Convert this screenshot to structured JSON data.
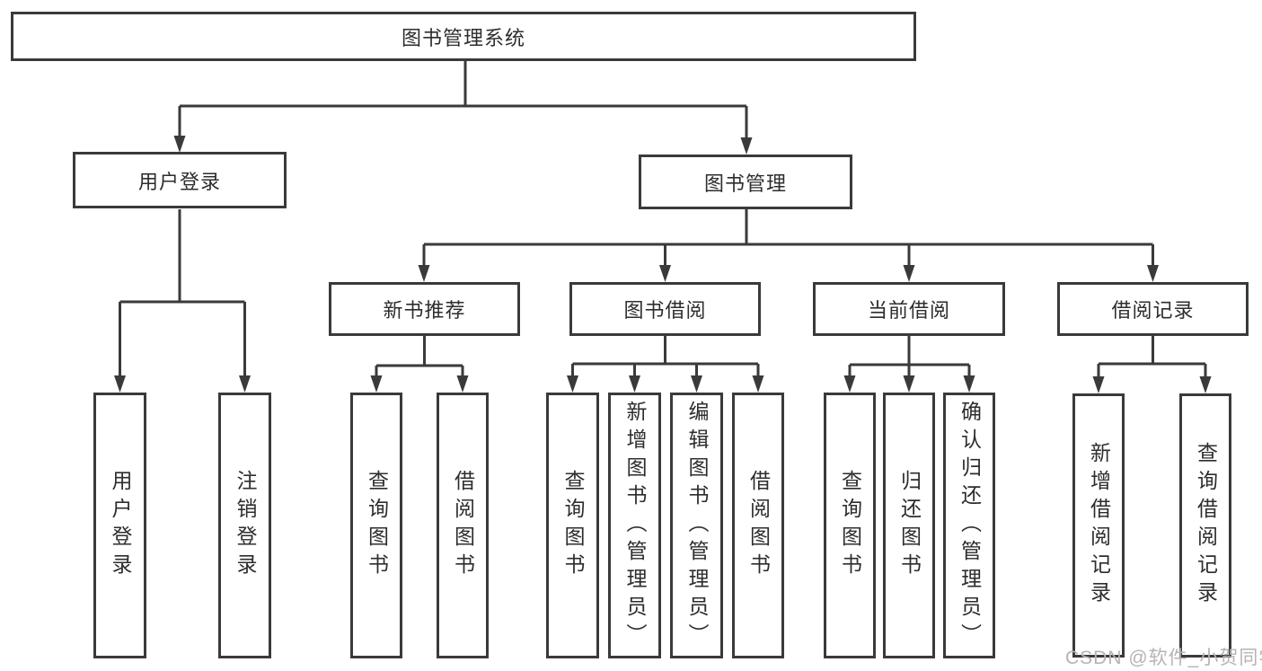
{
  "colors": {
    "line": "#3a3a3a",
    "box_border": "#3a3a3a",
    "box_fill": "#ffffff",
    "text": "#2d2d2d",
    "watermark": "#b4b4b4",
    "background": "#ffffff"
  },
  "watermark": {
    "text": "CSDN @软件_小贺同学"
  },
  "tree": {
    "root": {
      "label": "图书管理系统"
    },
    "children": [
      {
        "label": "用户登录",
        "children": [
          {
            "label": "用户登录"
          },
          {
            "label": "注销登录"
          }
        ]
      },
      {
        "label": "图书管理",
        "children": [
          {
            "label": "新书推荐",
            "children": [
              {
                "label": "查询图书"
              },
              {
                "label": "借阅图书"
              }
            ]
          },
          {
            "label": "图书借阅",
            "children": [
              {
                "label": "查询图书"
              },
              {
                "label": "新增图书（管理员）"
              },
              {
                "label": "编辑图书（管理员）"
              },
              {
                "label": "借阅图书"
              }
            ]
          },
          {
            "label": "当前借阅",
            "children": [
              {
                "label": "查询图书"
              },
              {
                "label": "归还图书"
              },
              {
                "label": "确认归还（管理员）"
              }
            ]
          },
          {
            "label": "借阅记录",
            "children": [
              {
                "label": "新增借阅记录"
              },
              {
                "label": "查询借阅记录"
              }
            ]
          }
        ]
      }
    ]
  }
}
